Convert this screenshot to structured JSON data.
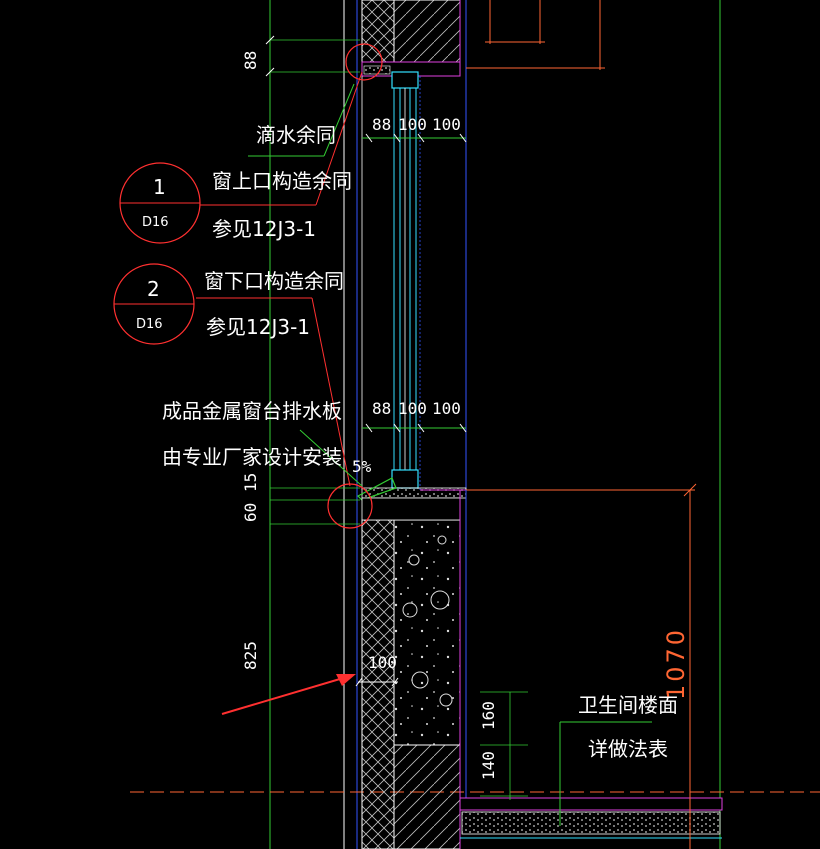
{
  "colors": {
    "background": "#000000",
    "wall_outline": "#ffffff",
    "hatch": "#bfbfbf",
    "green": "#33cc33",
    "red": "#ff3030",
    "orange": "#ff6633",
    "magenta": "#e040e0",
    "blue": "#3355ff",
    "cyan": "#33e0ff"
  },
  "dimensions": {
    "top_left_88": "88",
    "upper_88": "88",
    "upper_100a": "100",
    "upper_100b": "100",
    "lower_88": "88",
    "lower_100a": "100",
    "lower_100b": "100",
    "slope": "5%",
    "d15": "15",
    "d60": "60",
    "d825": "825",
    "d100": "100",
    "d160": "160",
    "d140": "140",
    "d1070": "1070"
  },
  "labels": {
    "drip": "滴水余同",
    "window_top": "窗上口构造余同",
    "see_top": "参见12J3-1",
    "window_bottom": "窗下口构造余同",
    "see_bottom": "参见12J3-1",
    "sill_line1": "成品金属窗台排水板",
    "sill_line2": "由专业厂家设计安装",
    "floor_line1": "卫生间楼面",
    "floor_line2": "详做法表"
  },
  "detail_refs": [
    {
      "number": "1",
      "sheet": "D16"
    },
    {
      "number": "2",
      "sheet": "D16"
    }
  ]
}
